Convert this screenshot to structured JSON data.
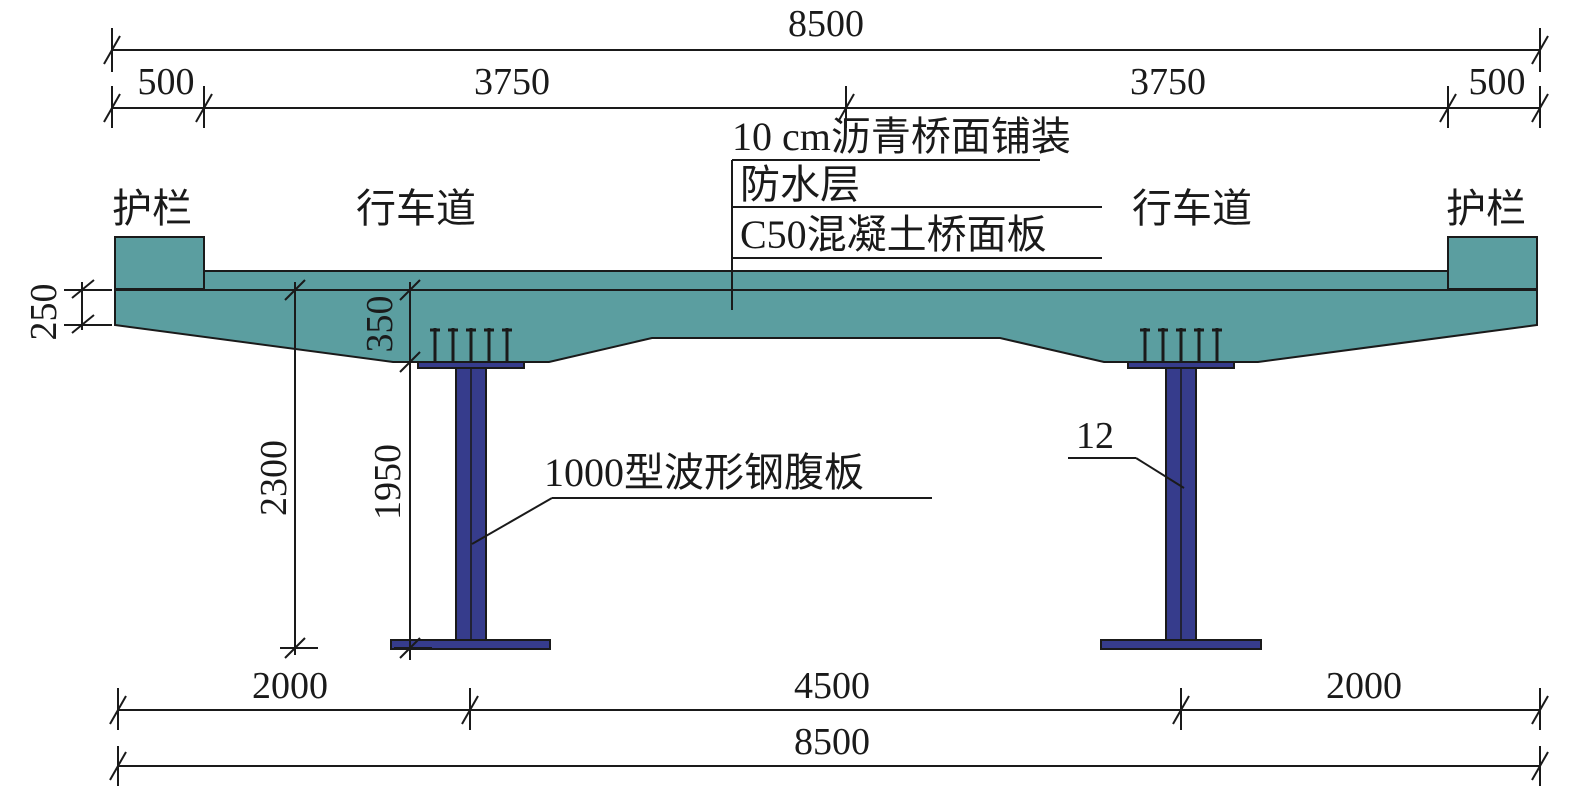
{
  "dimensions": {
    "top_total": "8500",
    "top_left_guardrail": "500",
    "top_left_lane": "3750",
    "top_right_lane": "3750",
    "top_right_guardrail": "500",
    "bottom_left": "2000",
    "bottom_middle": "4500",
    "bottom_right": "2000",
    "bottom_total": "8500",
    "deck_thickness": "250",
    "haunch_depth": "350",
    "total_height": "2300",
    "web_height": "1950",
    "web_thickness": "12"
  },
  "labels": {
    "guardrail_left": "护栏",
    "guardrail_right": "护栏",
    "lane_left": "行车道",
    "lane_right": "行车道",
    "layer_asphalt": "10 cm沥青桥面铺装",
    "layer_waterproof": "防水层",
    "layer_slab": "C50混凝土桥面板",
    "corrugated_web": "1000型波形钢腹板"
  },
  "colors": {
    "concrete": "#5b9ea0",
    "steel": "#363c8c",
    "line": "#1a1a1a"
  }
}
